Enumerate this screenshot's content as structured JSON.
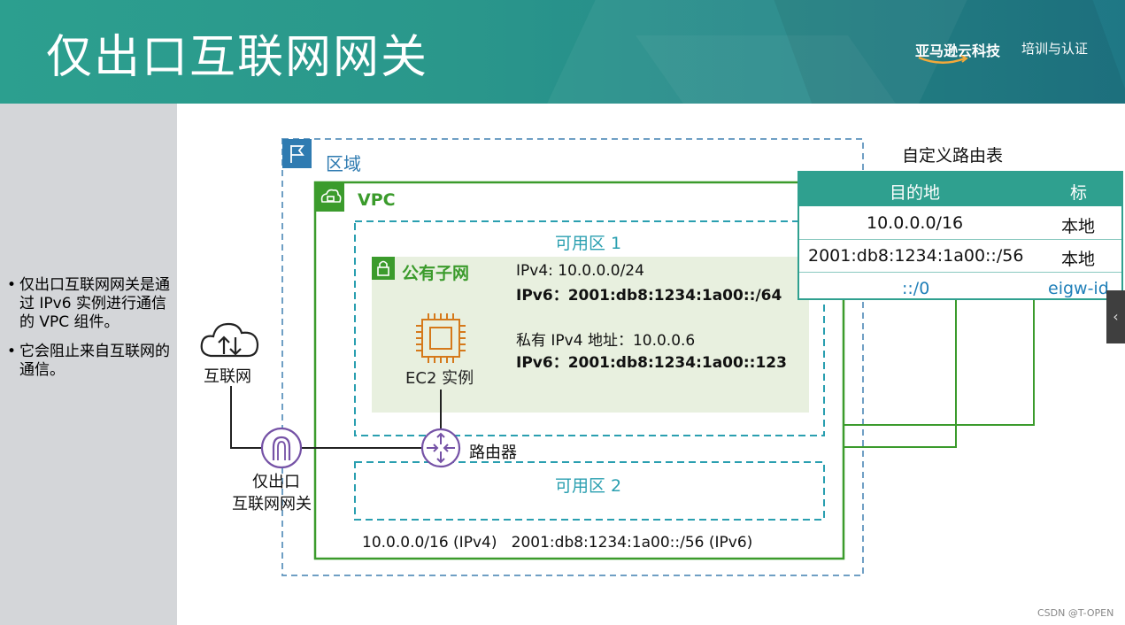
{
  "header": {
    "title": "仅出口互联网网关",
    "brand": "亚马逊云科技",
    "brand_sub": "培训与认证"
  },
  "sidebar": {
    "bullets": [
      {
        "marker": "•",
        "text": "仅出口互联网网关是通过 IPv6 实例进行通信的 VPC 组件。"
      },
      {
        "marker": "•",
        "text": "它会阻止来自互联网的通信。"
      }
    ]
  },
  "diagram": {
    "region_label": "区域",
    "vpc_label": "VPC",
    "az1_label": "可用区 1",
    "az2_label": "可用区 2",
    "subnet_label": "公有子网",
    "subnet_ipv4": "IPv4: 10.0.0.0/24",
    "subnet_ipv6": "IPv6：2001:db8:1234:1a00::/64",
    "ec2_label": "EC2 实例",
    "private_ipv4": "私有 IPv4 地址：10.0.0.6",
    "ec2_ipv6": "IPv6：2001:db8:1234:1a00::123",
    "internet_label": "互联网",
    "eigw_label_line1": "仅出口",
    "eigw_label_line2": "互联网网关",
    "router_label": "路由器",
    "vpc_cidrs": "10.0.0.0/16 (IPv4)   2001:db8:1234:1a00::/56 (IPv6)",
    "colors": {
      "region_border": "#6f9fc4",
      "vpc_green": "#3b9b2c",
      "az_teal": "#2a9fb0",
      "subnet_bg": "#e8f0df",
      "ec2_orange": "#d5791b",
      "eigw_purple": "#7552a6",
      "teal_header": "#2fa08f",
      "link_blue": "#1f7fb8"
    }
  },
  "route_table": {
    "title": "自定义路由表",
    "headers": [
      "目的地",
      "标"
    ],
    "rows": [
      {
        "destination": "10.0.0.0/16",
        "target": "本地"
      },
      {
        "destination": "2001:db8:1234:1a00::/56",
        "target": "本地"
      },
      {
        "destination": "::/0",
        "target": "eigw-id"
      }
    ]
  },
  "overlay": {
    "scroll_tab_glyph": "‹",
    "watermark": "CSDN @T-OPEN"
  }
}
